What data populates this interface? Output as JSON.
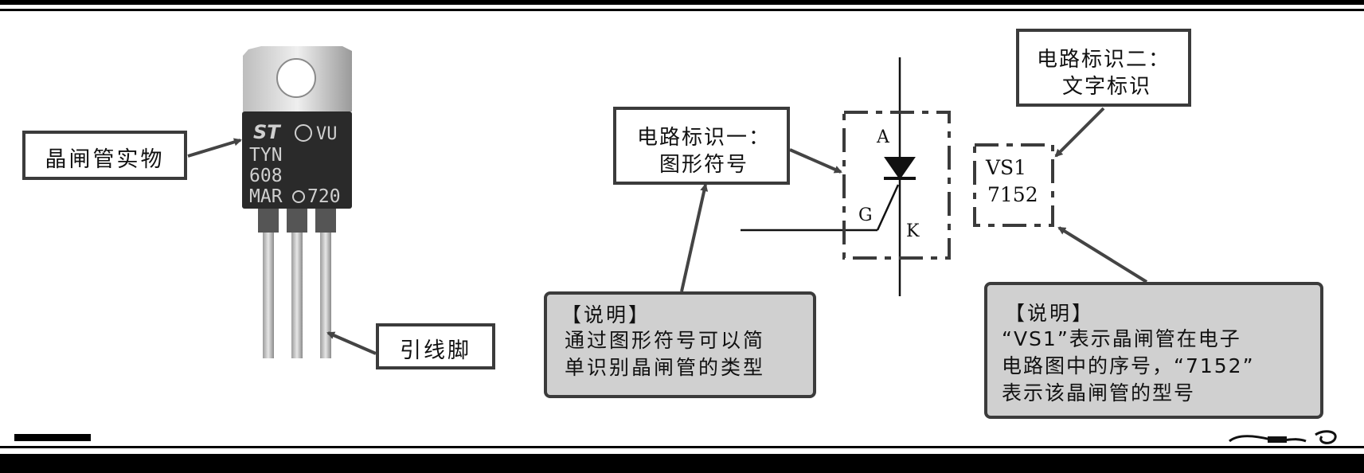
{
  "component": {
    "photo_label": "晶闸管实物",
    "pins_label": "引线脚",
    "marking": {
      "line1": "TYN",
      "line2": "608",
      "line3": "MAR",
      "code": "720",
      "logo": "ST",
      "suffix": "VU"
    }
  },
  "symbol": {
    "callout1": {
      "line1": "电路标识一：",
      "line2": "图形符号"
    },
    "pin_anode": "A",
    "pin_gate": "G",
    "pin_cathode": "K",
    "note1": {
      "title": "【说明】",
      "line1": "通过图形符号可以简",
      "line2": "单识别晶闸管的类型"
    }
  },
  "text_id": {
    "callout2": {
      "line1": "电路标识二：",
      "line2": "文字标识"
    },
    "designator": "VS1",
    "part_number": "7152",
    "note2": {
      "title": "【说明】",
      "line1": "“VS1”表示晶闸管在电子",
      "line2": "电路图中的序号，“7152”",
      "line3": "表示该晶闸管的型号"
    }
  }
}
